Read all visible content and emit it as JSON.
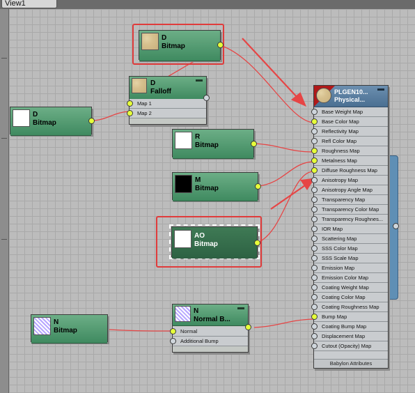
{
  "viewport": {
    "tab_label": "View1"
  },
  "colors": {
    "node_header": "#4f9a6f",
    "wire": "#e64545",
    "socket_active": "#e6ff3a",
    "highlight_box": "#e03b3b",
    "material_panel": "#5f8fb5"
  },
  "nodes": {
    "d_bitmap_top": {
      "name": "D",
      "type": "Bitmap"
    },
    "d_falloff": {
      "name": "D",
      "type": "Falloff",
      "slots": [
        "Map 1",
        "Map 2"
      ]
    },
    "d_bitmap_left": {
      "name": "D",
      "type": "Bitmap"
    },
    "r_bitmap": {
      "name": "R",
      "type": "Bitmap"
    },
    "m_bitmap": {
      "name": "M",
      "type": "Bitmap"
    },
    "ao_bitmap": {
      "name": "AO",
      "type": "Bitmap"
    },
    "n_bitmap": {
      "name": "N",
      "type": "Bitmap"
    },
    "n_normal_bump": {
      "name": "N",
      "type": "Normal B...",
      "slots": [
        "Normal",
        "Additional Bump"
      ]
    }
  },
  "material": {
    "name": "PLGEN10...",
    "type": "Physical...",
    "slots": [
      "Base Weight Map",
      "Base Color Map",
      "Reflectivity Map",
      "Refl Color Map",
      "Roughness Map",
      "Metalness Map",
      "Diffuse Roughness Map",
      "Anisotropy Map",
      "Anisotropy Angle Map",
      "Transparency Map",
      "Transparency Color Map",
      "Transparency Roughnes...",
      "IOR Map",
      "Scattering Map",
      "SSS Color Map",
      "SSS Scale Map",
      "Emission Map",
      "Emission Color Map",
      "Coating Weight Map",
      "Coating Color Map",
      "Coating Roughness Map",
      "Bump Map",
      "Coating Bump Map",
      "Displacement Map",
      "Cutout (Opacity) Map"
    ],
    "footer": "Babylon Attributes"
  }
}
